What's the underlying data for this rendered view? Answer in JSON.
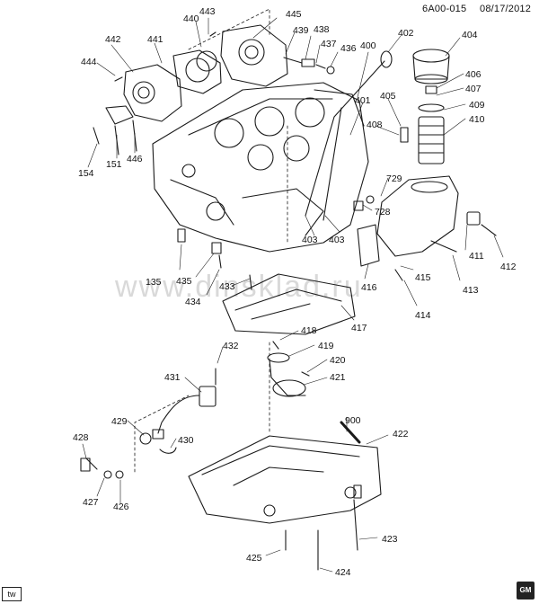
{
  "header": {
    "code": "6A00-015",
    "date": "08/17/2012"
  },
  "corner_tag": "tw",
  "brand_badge": "GM",
  "watermark": "www.dinsklad.ru",
  "callouts": [
    {
      "id": "c443",
      "text": "443"
    },
    {
      "id": "c445",
      "text": "445"
    },
    {
      "id": "c440",
      "text": "440"
    },
    {
      "id": "c442",
      "text": "442"
    },
    {
      "id": "c441",
      "text": "441"
    },
    {
      "id": "c444",
      "text": "444"
    },
    {
      "id": "c439",
      "text": "439"
    },
    {
      "id": "c438",
      "text": "438"
    },
    {
      "id": "c437",
      "text": "437"
    },
    {
      "id": "c436",
      "text": "436"
    },
    {
      "id": "c400",
      "text": "400"
    },
    {
      "id": "c402",
      "text": "402"
    },
    {
      "id": "c404",
      "text": "404"
    },
    {
      "id": "c406",
      "text": "406"
    },
    {
      "id": "c407",
      "text": "407"
    },
    {
      "id": "c405",
      "text": "405"
    },
    {
      "id": "c401",
      "text": "401"
    },
    {
      "id": "c409",
      "text": "409"
    },
    {
      "id": "c410",
      "text": "410"
    },
    {
      "id": "c408",
      "text": "408"
    },
    {
      "id": "c154",
      "text": "154"
    },
    {
      "id": "c151",
      "text": "151"
    },
    {
      "id": "c446",
      "text": "446"
    },
    {
      "id": "c729",
      "text": "729"
    },
    {
      "id": "c728",
      "text": "728"
    },
    {
      "id": "c403a",
      "text": "403"
    },
    {
      "id": "c403b",
      "text": "403"
    },
    {
      "id": "c411",
      "text": "411"
    },
    {
      "id": "c412",
      "text": "412"
    },
    {
      "id": "c135",
      "text": "135"
    },
    {
      "id": "c435",
      "text": "435"
    },
    {
      "id": "c434",
      "text": "434"
    },
    {
      "id": "c433",
      "text": "433"
    },
    {
      "id": "c416",
      "text": "416"
    },
    {
      "id": "c415",
      "text": "415"
    },
    {
      "id": "c413",
      "text": "413"
    },
    {
      "id": "c414",
      "text": "414"
    },
    {
      "id": "c417",
      "text": "417"
    },
    {
      "id": "c418",
      "text": "418"
    },
    {
      "id": "c432",
      "text": "432"
    },
    {
      "id": "c419",
      "text": "419"
    },
    {
      "id": "c420",
      "text": "420"
    },
    {
      "id": "c421",
      "text": "421"
    },
    {
      "id": "c431",
      "text": "431"
    },
    {
      "id": "c900",
      "text": "900"
    },
    {
      "id": "c429",
      "text": "429"
    },
    {
      "id": "c422",
      "text": "422"
    },
    {
      "id": "c428",
      "text": "428"
    },
    {
      "id": "c430",
      "text": "430"
    },
    {
      "id": "c427",
      "text": "427"
    },
    {
      "id": "c426",
      "text": "426"
    },
    {
      "id": "c423",
      "text": "423"
    },
    {
      "id": "c425",
      "text": "425"
    },
    {
      "id": "c424",
      "text": "424"
    }
  ]
}
